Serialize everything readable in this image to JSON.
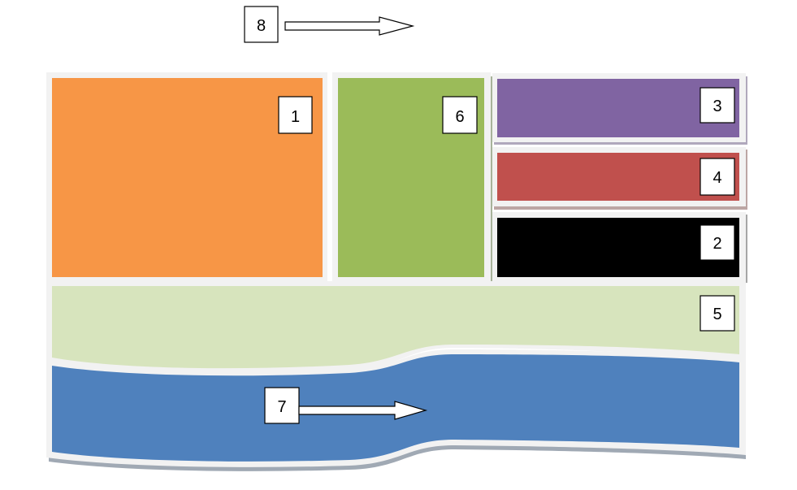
{
  "colors": {
    "region_1": "#F79646",
    "region_6": "#9BBB59",
    "region_3": "#8064A2",
    "region_4": "#C0504D",
    "region_2": "#000000",
    "region_5": "#D7E4BD",
    "region_7": "#4F81BD",
    "frame": "#F2F2F2",
    "frame_shadow": "#A6A6A6",
    "label_border": "#000000",
    "label_fill": "#FFFFFF"
  },
  "labels": {
    "region_1": "1",
    "region_2": "2",
    "region_3": "3",
    "region_4": "4",
    "region_5": "5",
    "region_6": "6",
    "region_7": "7",
    "region_8": "8"
  },
  "icons": {
    "arrow_8": "right-arrow-icon",
    "arrow_7": "right-arrow-icon"
  }
}
